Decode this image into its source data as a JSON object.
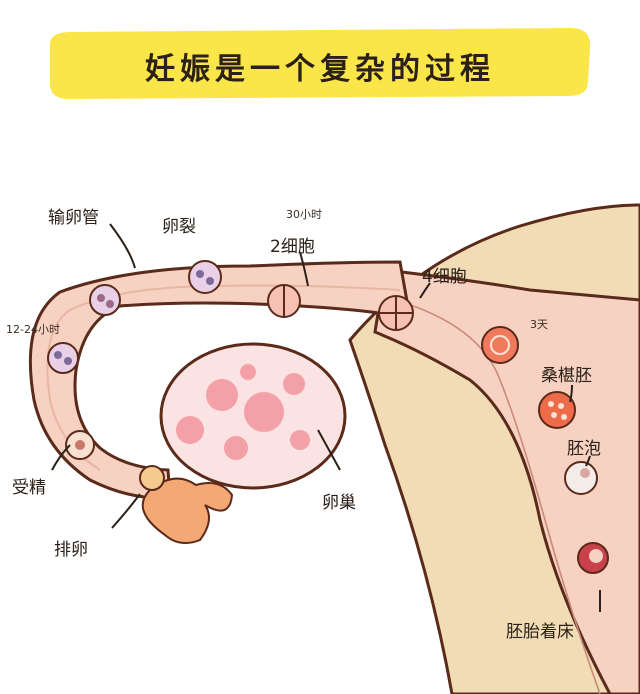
{
  "title": "妊娠是一个复杂的过程",
  "labels": {
    "fallopian_tube": "输卵管",
    "cleavage": "卵裂",
    "time_30h": "30小时",
    "two_cell": "2细胞",
    "four_cell": "4细胞",
    "time_12_24h": "12-24小时",
    "day_3": "3天",
    "morula": "桑椹胚",
    "blastocyst": "胚泡",
    "fertilization": "受精",
    "ovulation": "排卵",
    "ovary": "卵巢",
    "implantation": "胚胎着床"
  },
  "colors": {
    "banner": "#fbe64a",
    "tube_fill": "#f7d2c2",
    "tube_inner": "#fbe3d6",
    "uterus_wall": "#f1dcb6",
    "outline": "#5a2a1a",
    "cell_pink": "#f3a0a6",
    "morula": "#ee6b4a",
    "ovary": "#fbe3e3"
  }
}
